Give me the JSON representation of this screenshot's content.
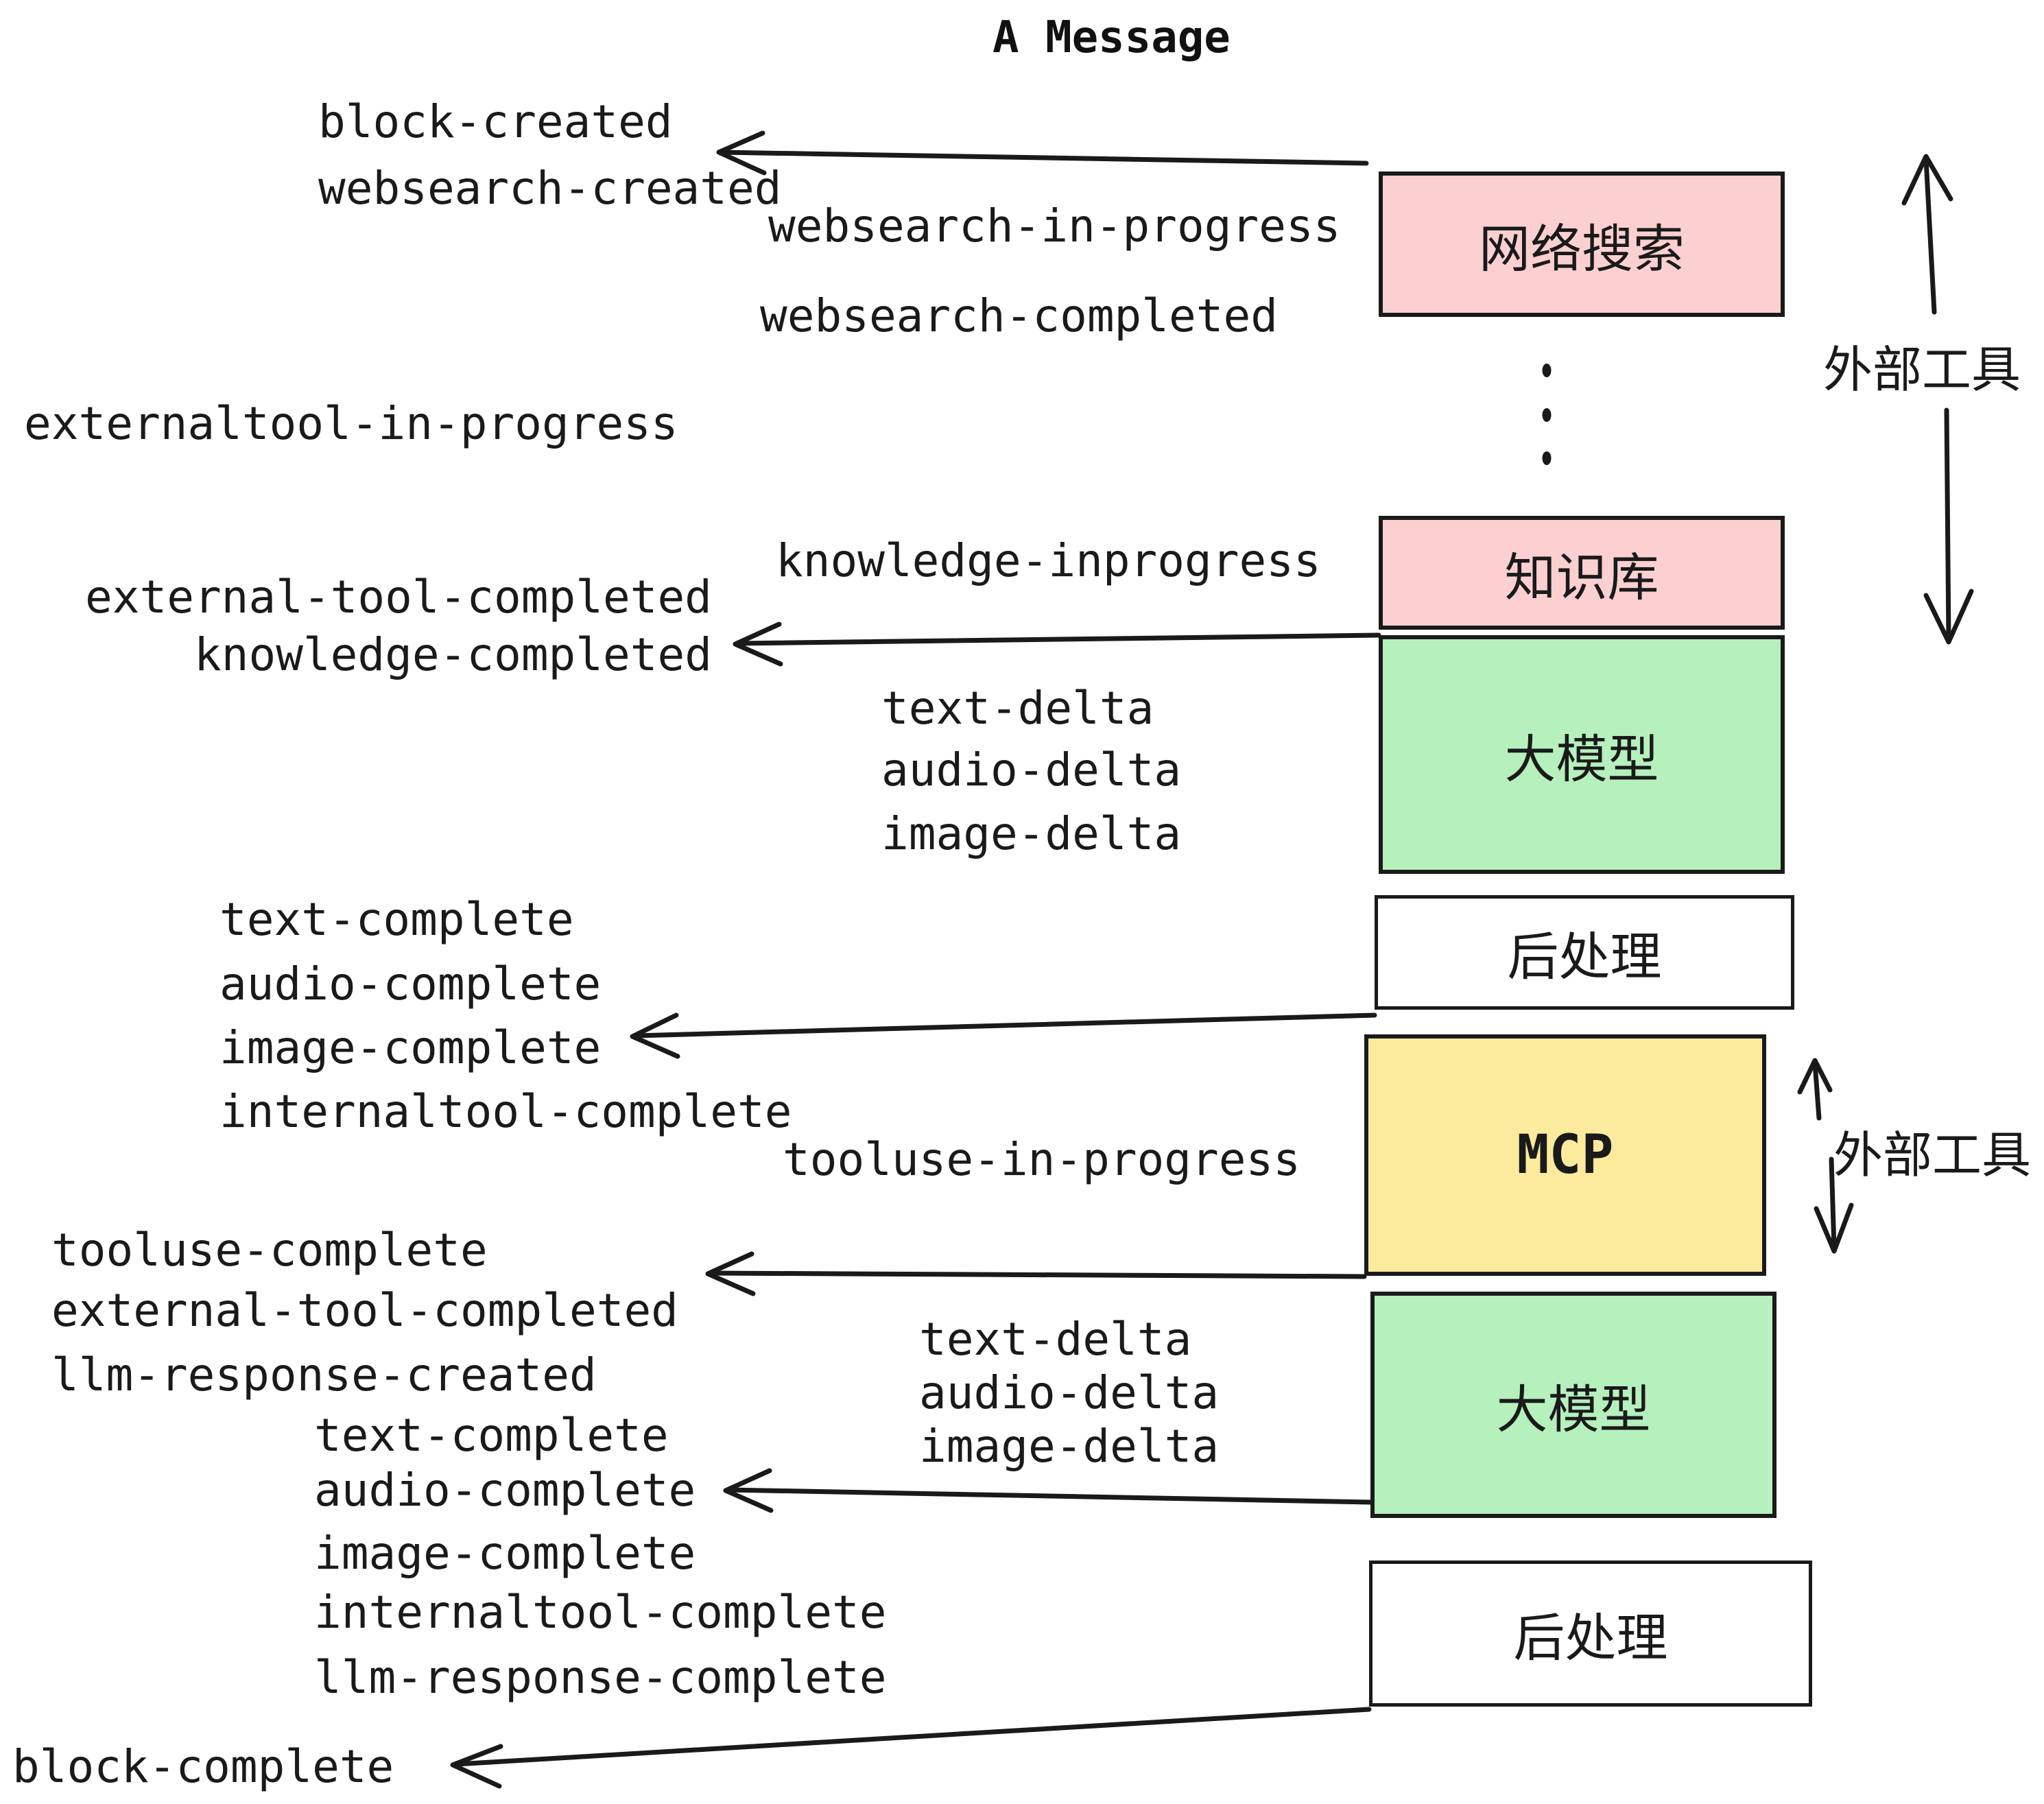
{
  "title": "A Message",
  "colors": {
    "ink": "#1a1a1a",
    "pink": "#fcd0d0",
    "green": "#b5f0bd",
    "yellow": "#fdeb9d",
    "white": "#ffffff"
  },
  "boxes": {
    "websearch": "网络搜索",
    "knowledge": "知识库",
    "llm": "大模型",
    "post": "后处理",
    "mcp": "MCP"
  },
  "side_label": "外部工具",
  "events": {
    "block_created": "block-created",
    "websearch_created": "websearch-created",
    "websearch_in_progress": "websearch-in-progress",
    "websearch_completed": "websearch-completed",
    "externaltool_in_progress": "externaltool-in-progress",
    "knowledge_inprogress": "knowledge-inprogress",
    "external_tool_completed": "external-tool-completed",
    "knowledge_completed": "knowledge-completed",
    "text_delta": "text-delta",
    "audio_delta": "audio-delta",
    "image_delta": "image-delta",
    "text_complete": "text-complete",
    "audio_complete": "audio-complete",
    "image_complete": "image-complete",
    "internaltool_complete": "internaltool-complete",
    "tooluse_in_progress": "tooluse-in-progress",
    "tooluse_complete": "tooluse-complete",
    "llm_response_created": "llm-response-created",
    "llm_response_complete": "llm-response-complete",
    "block_complete": "block-complete"
  }
}
